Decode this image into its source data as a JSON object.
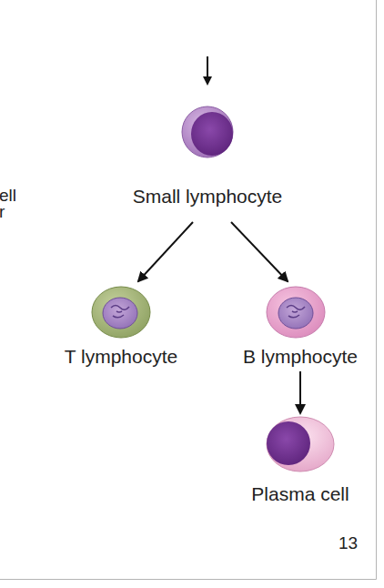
{
  "diagram": {
    "nodes": [
      {
        "text": [
          "Small lymphocyte"
        ]
      },
      {
        "text": [
          "T lymphocyte"
        ]
      },
      {
        "text": [
          "B lymphocyte"
        ]
      },
      {
        "text": [
          "Plasma cell"
        ]
      }
    ],
    "edges": [
      {
        "from": 0,
        "to": 1,
        "arrow": "to"
      },
      {
        "from": 0,
        "to": 2,
        "arrow": "to"
      },
      {
        "from": 2,
        "to": 3,
        "arrow": "to"
      }
    ],
    "labels": [
      "ell",
      "r",
      "13"
    ]
  }
}
